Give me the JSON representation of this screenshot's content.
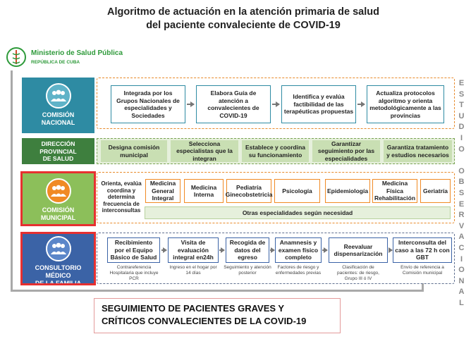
{
  "header": {
    "title_line1": "Algoritmo de actuación en la atención primaria de salud",
    "title_line2": "del paciente convaleciente de COVID-19"
  },
  "branding": {
    "ministry": "Ministerio de Salud Pública",
    "republic": "REPÚBLICA DE CUBA"
  },
  "levels": {
    "nacional": {
      "line1": "COMISIÓN",
      "line2": "NACIONAL"
    },
    "direccion": {
      "line1": "DIRECCIÓN",
      "line2": "PROVINCIAL",
      "line3": "DE SALUD"
    },
    "municipal": {
      "line1": "COMISIÓN",
      "line2": "MUNICIPAL"
    },
    "consultorio": {
      "line1": "CONSULTORIO",
      "line2": "MÉDICO",
      "line3": "DE LA FAMILIA"
    }
  },
  "nacional_steps": [
    "Integrada por los Grupos Nacionales de especialidades y Sociedades",
    "Elabora Guía de atención a convalecientes de COVID-19",
    "Identifica y evalúa factibilidad de las terapéuticas propuestas",
    "Actualiza protocolos algoritmo y orienta metodológicamente a las provincias"
  ],
  "direccion_steps": [
    "Designa comisión municipal",
    "Selecciona especialistas que la integran",
    "Establece y coordina su funcionamiento",
    "Garantizar seguimiento por las especialidades",
    "Garantiza tratamiento y estudios necesarios"
  ],
  "municipal": {
    "orient": "Orienta, evalúa coordina y determina frecuencia de interconsultas",
    "specialties": [
      "Medicina General Integral",
      "Medicina Interna",
      "Pediatría Ginecobstetricia",
      "Psicología",
      "Epidemiología",
      "Medicina Física Rehabilitación",
      "Geriatría"
    ],
    "otras": "Otras especialidades  según necesidad"
  },
  "consultorio_steps": [
    {
      "label": "Recibimiento por el Equipo Básico de Salud",
      "caption": "Contrareferencia Hospitalaria que incluye PCR"
    },
    {
      "label": "Visita de evaluación integral en24h",
      "caption": "Ingreso en el hogar por 14 días"
    },
    {
      "label": "Recogida de datos del egreso",
      "caption": "Seguimiento y atención posterior"
    },
    {
      "label": "Anamnesis y examen físico completo",
      "caption": "Factores de riesgo y enfermedades previas"
    },
    {
      "label": "Reevaluar dispensarización",
      "caption": "Clasificación de pacientes: de riesgo, Grupo III ó IV"
    },
    {
      "label": "Interconsulta del caso a las 72 h con GBT",
      "caption": "Envío de referencia a Comisión municipal"
    }
  ],
  "side_label": "ESTUDIO OBSERVACIONAL",
  "footer": {
    "line1": "SEGUIMIENTO DE PACIENTES GRAVES Y",
    "line2": "CRÍTICOS CONVALECIENTES DE LA COVID-19"
  },
  "colors": {
    "nacional": "#2e8ba3",
    "direccion": "#3e7f3e",
    "municipal": "#8cbf5a",
    "consultorio": "#3b63a6",
    "highlight": "#e63030",
    "frame": "#e88a2a"
  }
}
